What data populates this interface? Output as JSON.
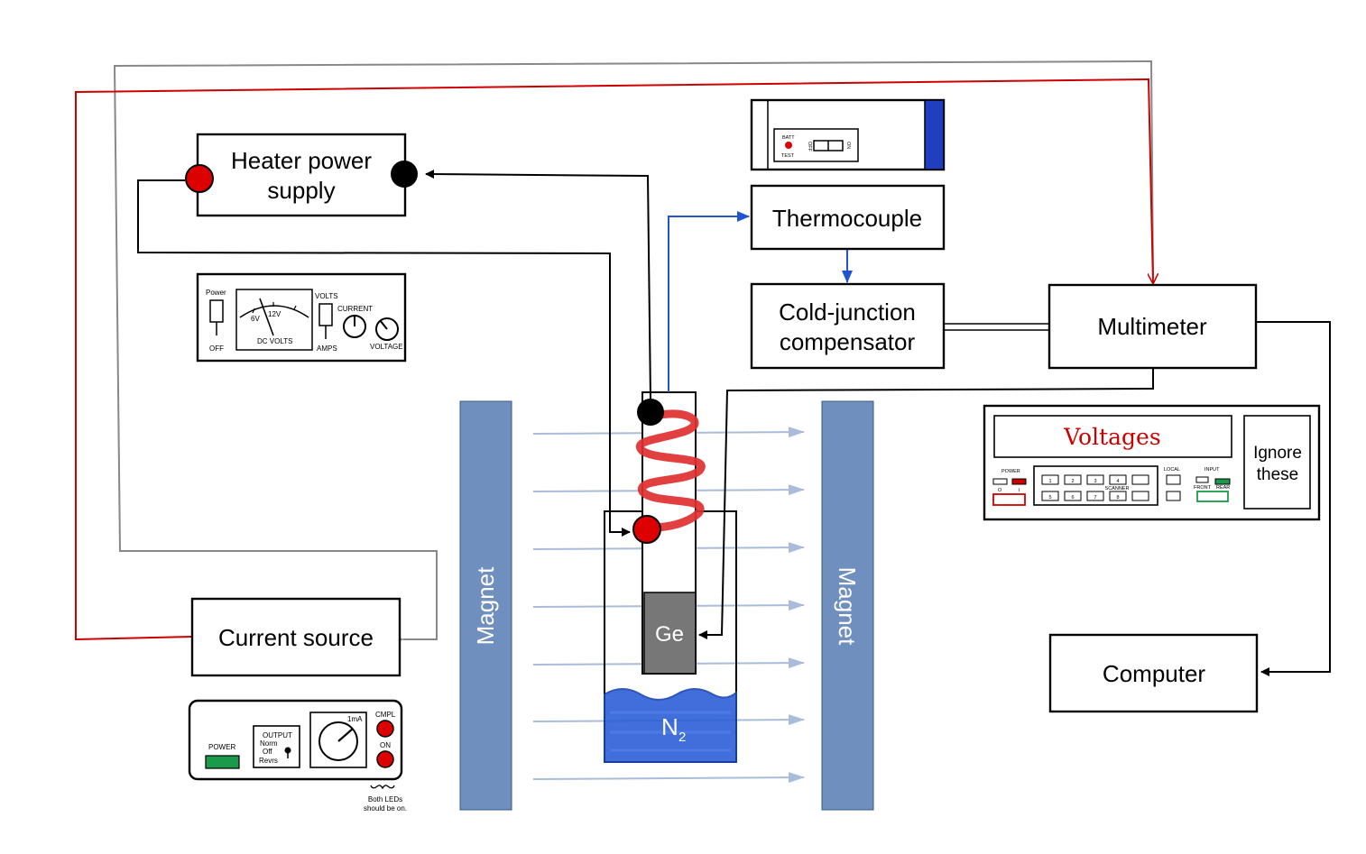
{
  "diagram": {
    "heater_power_supply": {
      "line1": "Heater power",
      "line2": "supply"
    },
    "heater_panel": {
      "power": "Power",
      "off": "OFF",
      "v6": "6V",
      "v12": "12V",
      "dc_volts": "DC VOLTS",
      "volts": "VOLTS",
      "amps": "AMPS",
      "current": "CURRENT",
      "voltage": "VOLTAGE"
    },
    "thermocouple": "Thermocouple",
    "thermo_panel": {
      "batt": "BATT",
      "test": "TEST",
      "off": "OFF",
      "on": "ON"
    },
    "cold_junction": {
      "line1": "Cold-junction",
      "line2": "compensator"
    },
    "multimeter": "Multimeter",
    "multimeter_panel": {
      "display": "Voltages",
      "ignore1": "Ignore",
      "ignore2": "these",
      "power": "POWER",
      "o": "O",
      "i": "I",
      "local": "LOCAL",
      "input": "INPUT",
      "front": "FRONT",
      "rear": "REAR",
      "scanner": "SCANNER",
      "keys": [
        "1",
        "2",
        "3",
        "4",
        "5",
        "6",
        "7",
        "8"
      ]
    },
    "current_source": "Current source",
    "current_panel": {
      "power": "POWER",
      "output": "OUTPUT",
      "norm": "Norm",
      "off": "Off",
      "revrs": "Revrs",
      "range": "1mA",
      "cmpl": "CMPL",
      "on": "ON",
      "note1": "Both LEDs",
      "note2": "should be on."
    },
    "computer": "Computer",
    "magnet_left": "Magnet",
    "magnet_right": "Magnet",
    "sample": "Ge",
    "nitrogen": "N",
    "nitrogen_sub": "2",
    "colors": {
      "red_wire": "#cc0000",
      "gray_wire": "#888888",
      "blue_wire": "#2255cc",
      "magnet": "#6f8fbf",
      "coil": "#e03030",
      "nitrogen": "#2c5fd6",
      "sample": "#777777"
    }
  }
}
